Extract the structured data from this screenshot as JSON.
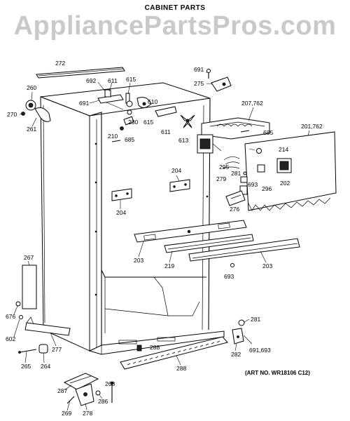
{
  "title": "CABINET PARTS",
  "watermark": "AppliancePartsPros.com",
  "art_number": "(ART NO. WR18106 C12)",
  "labels": {
    "l272": "272",
    "l260": "260",
    "l270": "270",
    "l261": "261",
    "l692": "692",
    "l611a": "611",
    "l615a": "615",
    "l691a": "691",
    "l610": "610",
    "l615b": "615",
    "l280": "280",
    "l611b": "611",
    "l613": "613",
    "l210": "210",
    "l685a": "685",
    "l691b": "691",
    "l275": "275",
    "l207": "207,762",
    "l201": "201,762",
    "l685b": "685",
    "l214": "214",
    "l295": "295",
    "l281a": "281",
    "l279": "279",
    "l693a": "693",
    "l202": "202",
    "l296": "296",
    "l276": "276",
    "l204a": "204",
    "l204b": "204",
    "l203a": "203",
    "l219": "219",
    "l203b": "203",
    "l693b": "693",
    "l267": "267",
    "l676": "676",
    "l602": "602",
    "l277": "277",
    "l265": "265",
    "l264": "264",
    "l288a": "288",
    "l288b": "288",
    "l281b": "281",
    "l282": "282",
    "l691c": "691,693",
    "l287": "287",
    "l268": "268",
    "l269": "269",
    "l286": "286",
    "l278": "278"
  }
}
